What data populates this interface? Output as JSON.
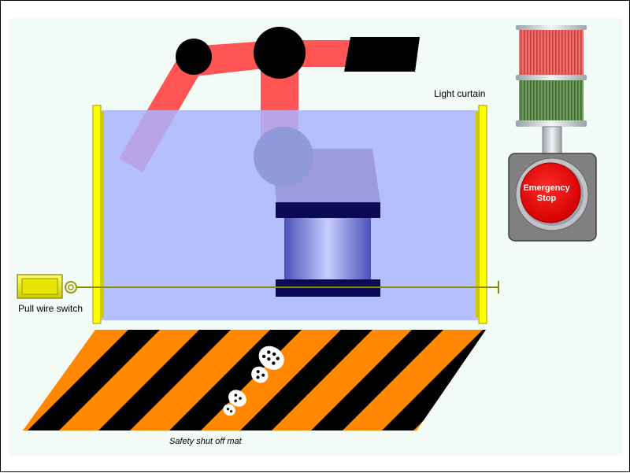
{
  "labels": {
    "light_curtain": "Light curtain",
    "pull_wire_switch": "Pull wire switch",
    "safety_mat": "Safety shut off mat",
    "emergency_stop_line1": "Emergency",
    "emergency_stop_line2": "Stop"
  },
  "colors": {
    "canvas_background": "#f3fbf7",
    "robot_arm": "#ff5555",
    "robot_joint": "#000000",
    "robot_base_top": "#5a0a3e",
    "robot_base_band": "#0a0a55",
    "light_curtain_field": "#b3bdff",
    "light_curtain_post": "#ffff00",
    "mat_stripe_orange": "#ff8800",
    "mat_stripe_black": "#000000",
    "pull_wire": "#8b8b00",
    "stack_light_red": "#ee5555",
    "stack_light_green": "#5a8a4a",
    "estop_button": "#ff0000",
    "estop_housing": "#808080"
  },
  "icons": {
    "footprints": "footprints-icon"
  }
}
